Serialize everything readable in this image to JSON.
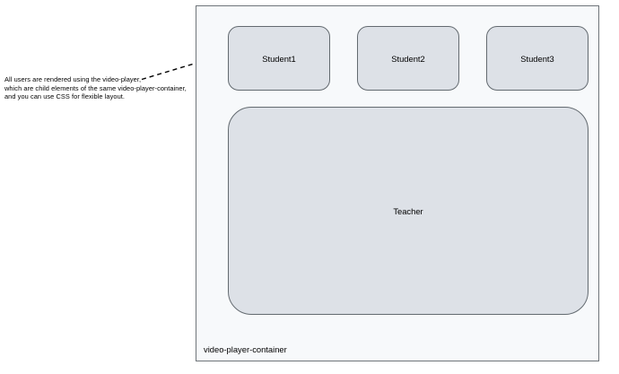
{
  "annotation": {
    "lines": [
      "All users are rendered using the video-player,",
      "which are child elements of the same video-player-container,",
      "and you can use CSS for flexible layout."
    ],
    "leader_style": "dashed",
    "leader_target": "Student1"
  },
  "container": {
    "label": "video-player-container",
    "background_color": "#f7f9fb",
    "border_color": "#6e7479"
  },
  "players": {
    "box_fill_color": "#dde1e7",
    "box_border_color": "#636a70",
    "students": [
      {
        "label": "Student1"
      },
      {
        "label": "Student2"
      },
      {
        "label": "Student3"
      }
    ],
    "teacher": {
      "label": "Teacher"
    }
  }
}
